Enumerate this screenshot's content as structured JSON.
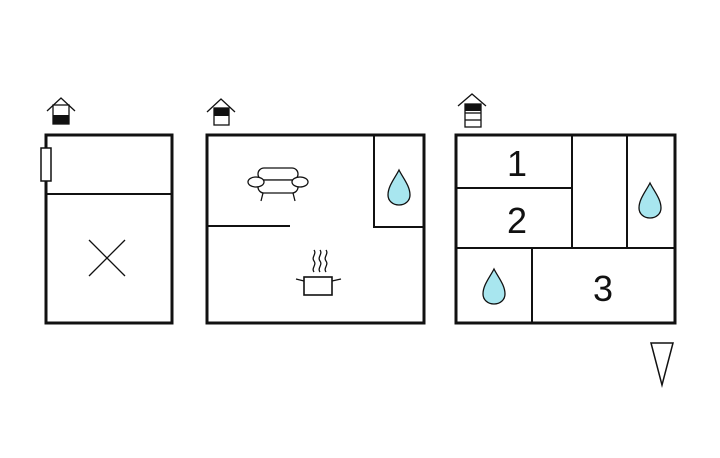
{
  "floors": [
    {
      "name": "ground-floor",
      "rooms": []
    },
    {
      "name": "first-floor",
      "rooms": []
    },
    {
      "name": "second-floor",
      "rooms": [
        {
          "label": "1"
        },
        {
          "label": "2"
        },
        {
          "label": "3"
        }
      ]
    }
  ],
  "colors": {
    "water": "#a8e6ef",
    "line": "#111111"
  }
}
